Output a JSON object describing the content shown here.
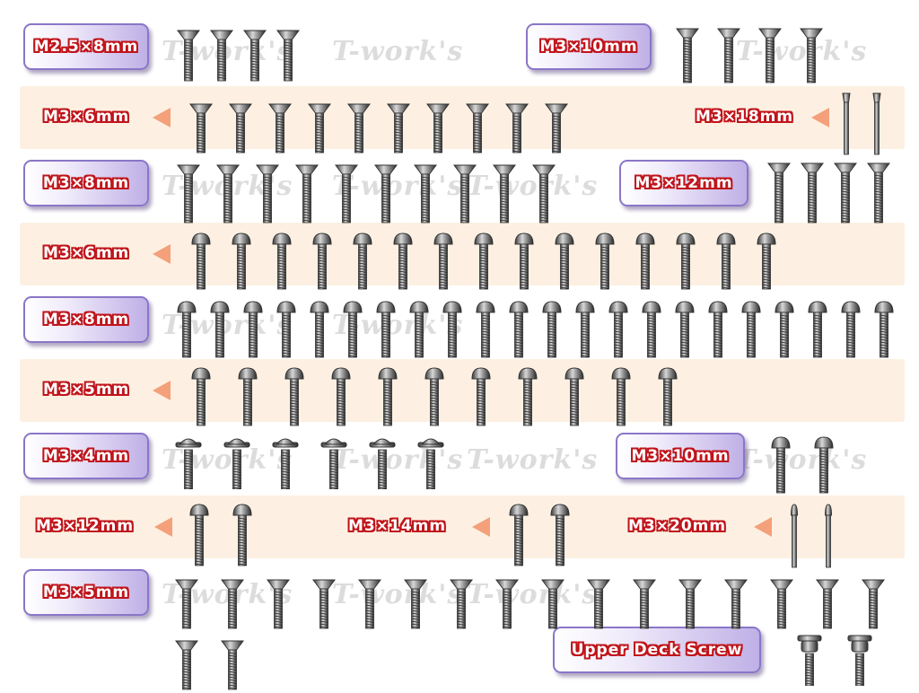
{
  "colors": {
    "band": "#fdf0e2",
    "label_border": "#8a76c8",
    "label_text": "#ffffff",
    "label_outline": "#c0141b",
    "arrow": "#f4a07a",
    "watermark": "#dcdcdc"
  },
  "watermark_text": "T-work's",
  "labels": [
    {
      "text": "M2.5×8mm",
      "style": "box"
    },
    {
      "text": "M3×10mm",
      "style": "box"
    },
    {
      "text": "M3×6mm",
      "style": "plain"
    },
    {
      "text": "M3×18mm",
      "style": "plain"
    },
    {
      "text": "M3×8mm",
      "style": "box"
    },
    {
      "text": "M3×12mm",
      "style": "box"
    },
    {
      "text": "M3×6mm",
      "style": "plain"
    },
    {
      "text": "M3×8mm",
      "style": "box"
    },
    {
      "text": "M3×5mm",
      "style": "plain"
    },
    {
      "text": "M3×4mm",
      "style": "box"
    },
    {
      "text": "M3×10mm",
      "style": "box"
    },
    {
      "text": "M3×12mm",
      "style": "plain"
    },
    {
      "text": "M3×14mm",
      "style": "plain"
    },
    {
      "text": "M3×20mm",
      "style": "plain"
    },
    {
      "text": "M3×5mm",
      "style": "box"
    },
    {
      "text": "Upper Deck Screw",
      "style": "box"
    }
  ],
  "screw_groups": [
    {
      "label": "M2.5×8mm",
      "head": "countersunk",
      "count": 4
    },
    {
      "label": "M3×10mm",
      "head": "countersunk",
      "count": 4
    },
    {
      "label": "M3×6mm",
      "head": "countersunk",
      "count": 10
    },
    {
      "label": "M3×18mm",
      "head": "countersunk",
      "count": 2
    },
    {
      "label": "M3×8mm",
      "head": "countersunk",
      "count": 10
    },
    {
      "label": "M3×12mm",
      "head": "countersunk",
      "count": 4
    },
    {
      "label": "M3×6mm",
      "head": "button",
      "count": 15
    },
    {
      "label": "M3×8mm",
      "head": "button",
      "count": 22
    },
    {
      "label": "M3×5mm",
      "head": "button",
      "count": 11
    },
    {
      "label": "M3×4mm",
      "head": "flanged",
      "count": 6
    },
    {
      "label": "M3×10mm",
      "head": "button",
      "count": 2
    },
    {
      "label": "M3×12mm",
      "head": "button",
      "count": 2
    },
    {
      "label": "M3×14mm",
      "head": "button",
      "count": 2
    },
    {
      "label": "M3×20mm",
      "head": "button",
      "count": 2
    },
    {
      "label": "M3×5mm",
      "head": "countersunk",
      "count": 18
    },
    {
      "label": "Upper Deck Screw",
      "head": "special",
      "count": 2
    }
  ]
}
